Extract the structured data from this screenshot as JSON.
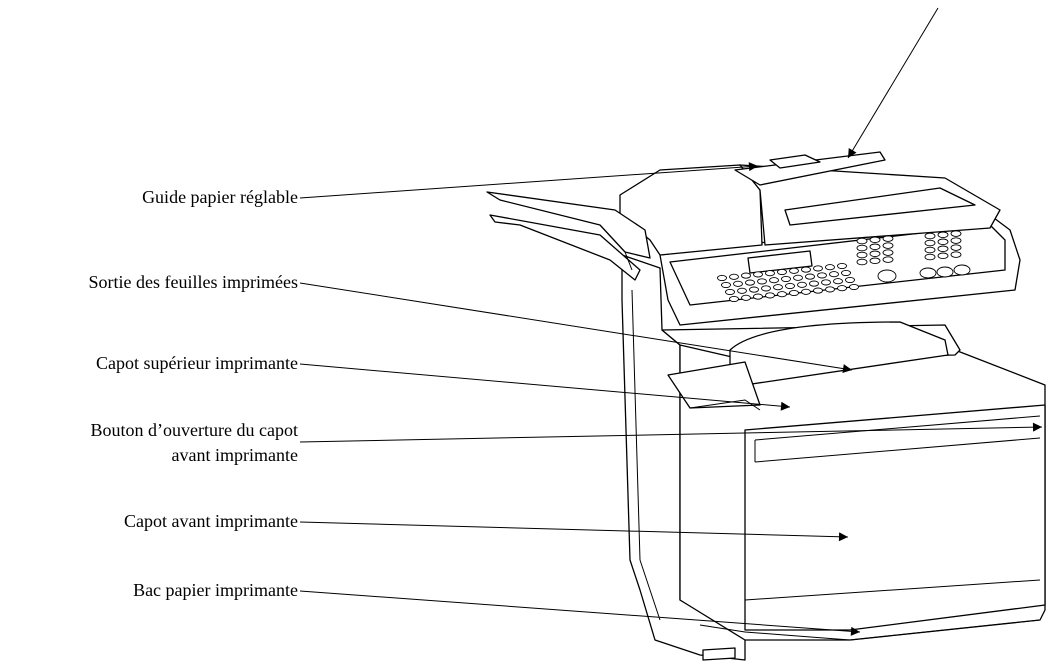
{
  "labels": {
    "guide_papier": "Guide papier réglable",
    "sortie_feuilles": "Sortie des feuilles imprimées",
    "capot_superieur": "Capot supérieur imprimante",
    "bouton_ouverture_l1": "Bouton d’ouverture du capot",
    "bouton_ouverture_l2": "avant imprimante",
    "capot_avant": "Capot avant imprimante",
    "bac_papier": "Bac papier imprimante"
  }
}
